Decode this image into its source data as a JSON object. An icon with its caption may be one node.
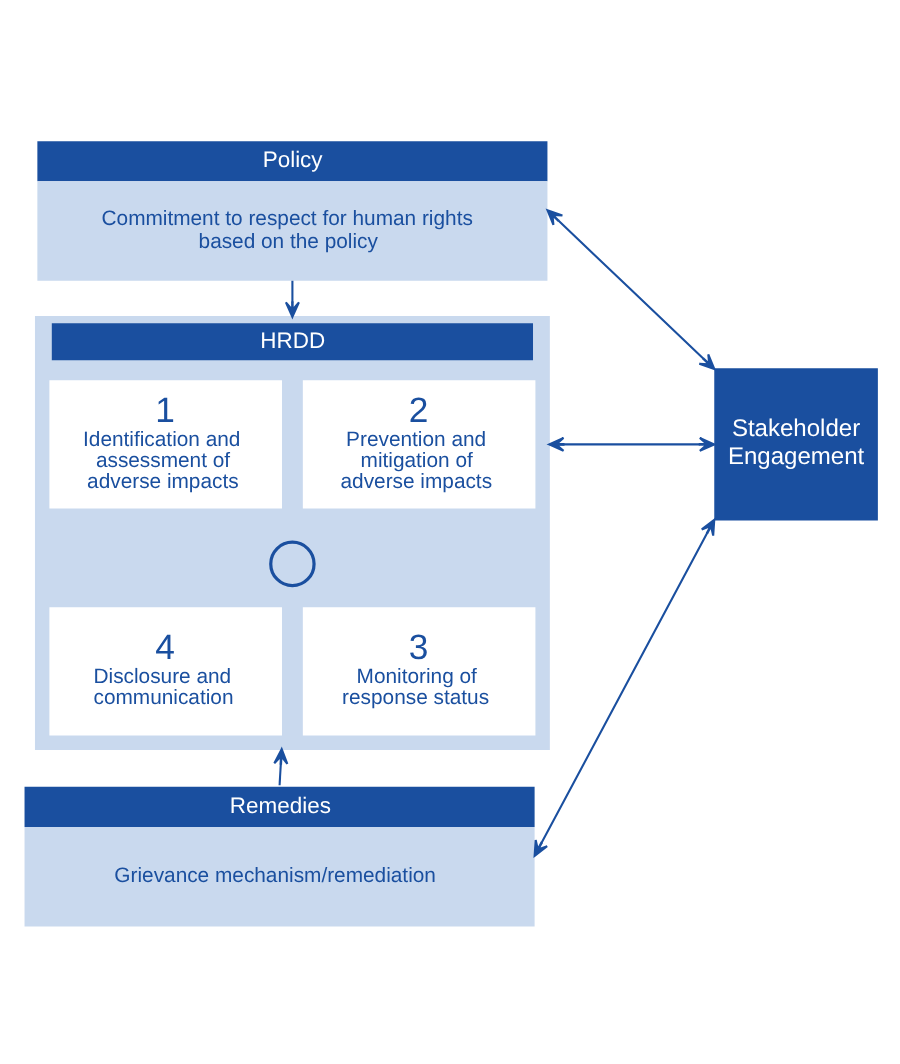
{
  "diagram": {
    "nodes": [
      {
        "text": [
          "Policy",
          "Commitment to respect for human rights based on the policy"
        ]
      },
      {
        "text": [
          "HRDD"
        ]
      },
      {
        "text": [
          "1",
          "Identification and assessment of adverse impacts"
        ],
        "in": 1
      },
      {
        "text": [
          "2",
          "Prevention and mitigation of adverse impacts"
        ],
        "in": 1
      },
      {
        "text": [],
        "shape": "circle",
        "in": 1
      },
      {
        "text": [
          "4",
          "Disclosure and communication"
        ],
        "in": 1
      },
      {
        "text": [
          "3",
          "Monitoring of response status"
        ],
        "in": 1
      },
      {
        "text": [
          "Remedies",
          "Grievance mechanism/remediation"
        ]
      },
      {
        "text": [
          "Stakeholder Engagement"
        ]
      }
    ],
    "edges": [
      {
        "from": 0,
        "to": 1,
        "arrow": "to"
      },
      {
        "from": 7,
        "to": 1,
        "arrow": "to"
      },
      {
        "from": 0,
        "to": 8,
        "arrow": "both"
      },
      {
        "from": 1,
        "to": 8,
        "arrow": "both"
      },
      {
        "from": 7,
        "to": 8,
        "arrow": "both"
      }
    ]
  }
}
